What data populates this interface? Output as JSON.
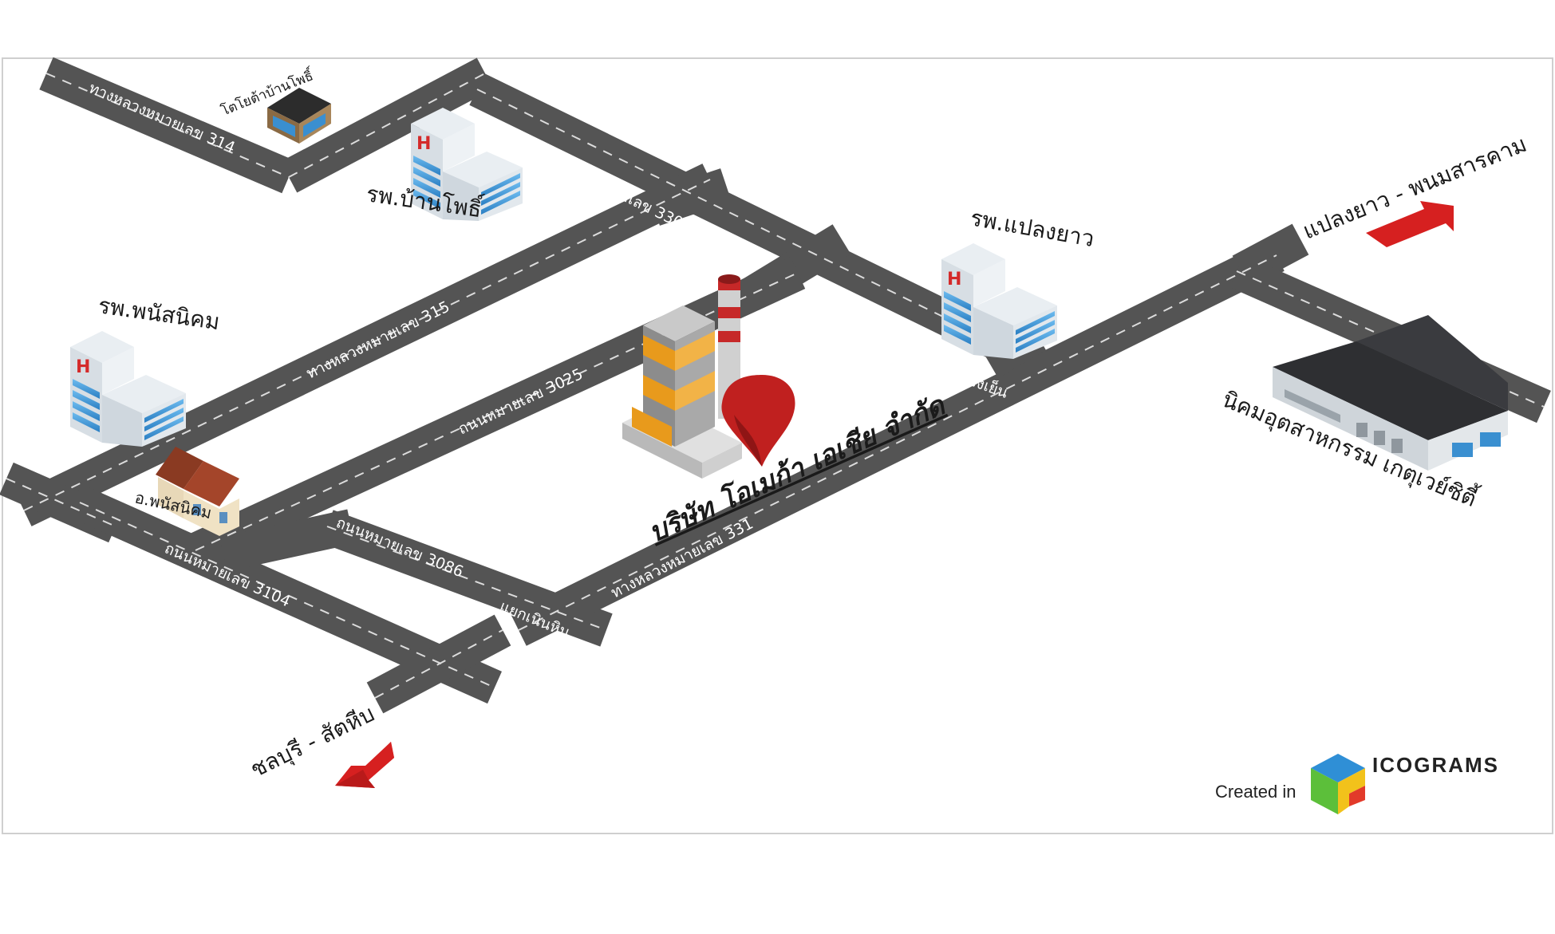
{
  "places": {
    "toyota_banphue": "โตโยต้าบ้านโพธิ์",
    "hosp_banphue": "รพ.บ้านโพธิ์",
    "hosp_phanat": "รพ.พนัสนิคม",
    "hosp_plaengyao": "รพ.แปลงยาว",
    "amphoe_phanat": "อ.พนัสนิคม",
    "industrial_estate": "นิคมอุตสาหกรรม เกตุเวย์ซิตี้",
    "company": "บริษัท โอเมก้า เอเชีย จำกัด"
  },
  "roads": {
    "hw314": "ทางหลวงหมายเลข 314",
    "hw3304": "ทางหลวงหมายเลข 3304",
    "hw315": "ทางหลวงหมายเลข 315",
    "rd3025": "ถนนหมายเลข 3025",
    "rd3104": "ถนนหมายเลข 3104",
    "rd3086": "ถนนหมายเลข 3086",
    "hw331": "ทางหลวงหมายเลข 331",
    "junction_wangyen": "แยกวังเย็น",
    "junction_hinhin": "แยกเนินหิน"
  },
  "directions": {
    "northeast": "แปลงยาว - พนมสารคาม",
    "southwest": "ชลบุรี - สัตหีบ"
  },
  "credit": {
    "created_in": "Created in",
    "brand": "ICOGRAMS"
  },
  "colors": {
    "road": "#5a5a5a",
    "road_edge": "#4a4a4a",
    "lane_dash": "#d8d8d8",
    "arrow": "#d62020",
    "pin": "#c0201f",
    "hospital_glass": "#4aa3e0",
    "factory_orange": "#e89a1c"
  }
}
